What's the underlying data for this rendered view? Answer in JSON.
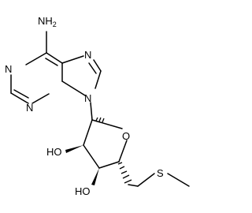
{
  "molecule": {
    "atom_labels": {
      "amine": "NH2",
      "n1": "N",
      "n3": "N",
      "n7": "N",
      "n9": "N",
      "ring_oxygen": "O",
      "hydroxyl_upper": "HO",
      "hydroxyl_lower": "HO",
      "sulfur": "S"
    }
  }
}
